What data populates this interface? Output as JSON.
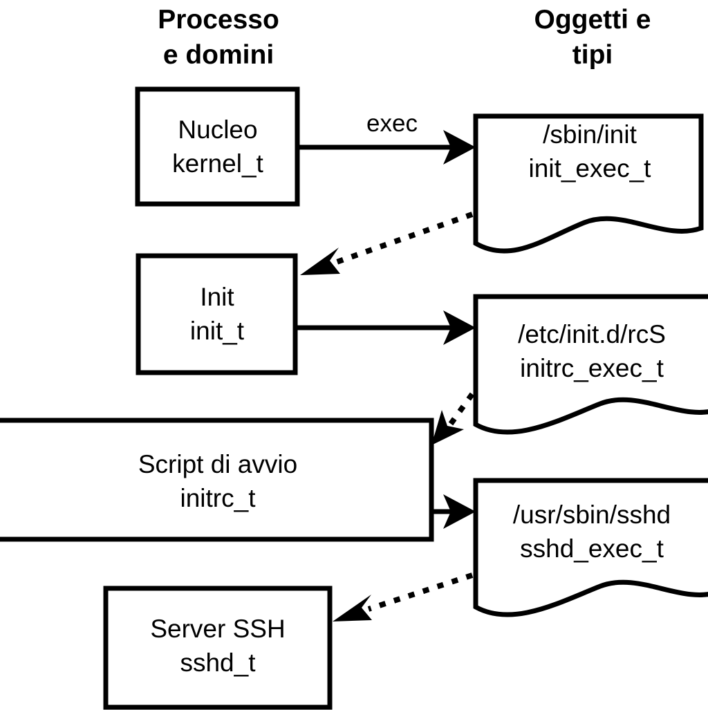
{
  "diagram": {
    "title_left": "Processo\ne domini",
    "columns": [
      {
        "id": "processes",
        "line1": "Processo",
        "line2": "e domini"
      },
      {
        "id": "objects",
        "line1": "Oggetti e",
        "line2": "tipi"
      }
    ],
    "colors": {
      "stroke": "#000000",
      "fill": "#ffffff",
      "text": "#000000"
    },
    "nodes": [
      {
        "id": "kernel",
        "shape": "rectangle",
        "column": "processes",
        "line1": "Nucleo",
        "line2": "kernel_t"
      },
      {
        "id": "init-exec",
        "shape": "document",
        "column": "objects",
        "line1": "/sbin/init",
        "line2": "init_exec_t"
      },
      {
        "id": "init",
        "shape": "rectangle",
        "column": "processes",
        "line1": "Init",
        "line2": "init_t"
      },
      {
        "id": "initrc-exec",
        "shape": "document",
        "column": "objects",
        "line1": "/etc/init.d/rcS",
        "line2": "initrc_exec_t"
      },
      {
        "id": "initrc",
        "shape": "rectangle",
        "column": "processes",
        "line1": "Script di avvio",
        "line2": "initrc_t"
      },
      {
        "id": "sshd-exec",
        "shape": "document",
        "column": "objects",
        "line1": "/usr/sbin/sshd",
        "line2": "sshd_exec_t"
      },
      {
        "id": "sshd",
        "shape": "rectangle",
        "column": "processes",
        "line1": "Server SSH",
        "line2": "sshd_t"
      }
    ],
    "edges": [
      {
        "id": "kernel-to-init-exec",
        "from": "kernel",
        "to": "init-exec",
        "style": "solid",
        "label": "exec"
      },
      {
        "id": "init-exec-to-init",
        "from": "init-exec",
        "to": "init",
        "style": "dotted",
        "label": ""
      },
      {
        "id": "init-to-initrc-exec",
        "from": "init",
        "to": "initrc-exec",
        "style": "solid",
        "label": ""
      },
      {
        "id": "initrc-exec-to-initrc",
        "from": "initrc-exec",
        "to": "initrc",
        "style": "dotted",
        "label": ""
      },
      {
        "id": "initrc-to-sshd-exec",
        "from": "initrc",
        "to": "sshd-exec",
        "style": "solid",
        "label": ""
      },
      {
        "id": "sshd-exec-to-sshd",
        "from": "sshd-exec",
        "to": "sshd",
        "style": "dotted",
        "label": ""
      }
    ]
  }
}
